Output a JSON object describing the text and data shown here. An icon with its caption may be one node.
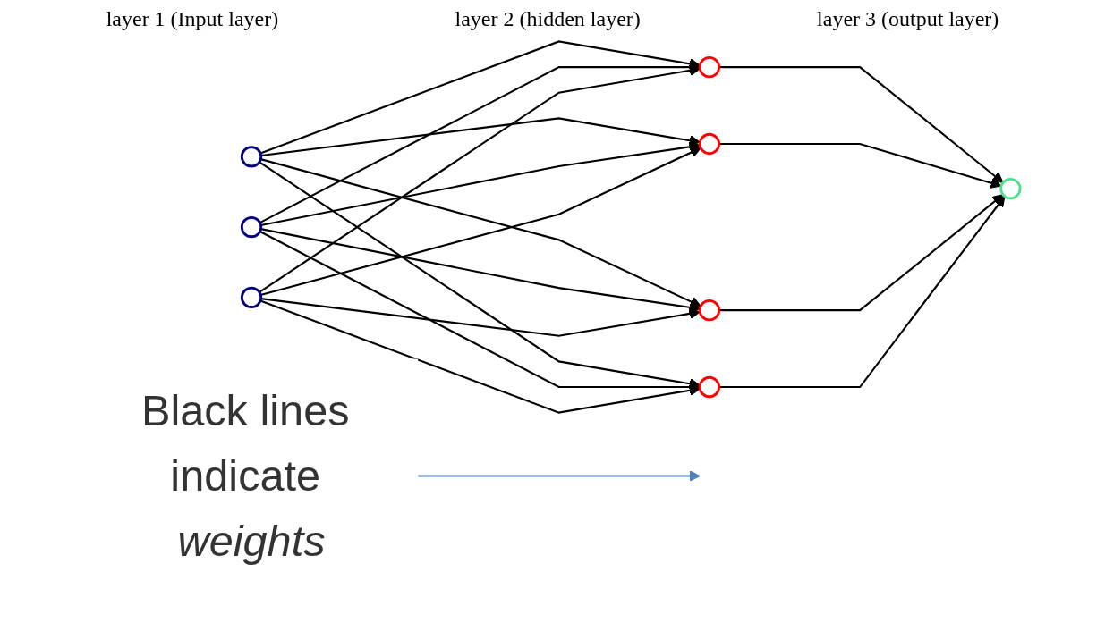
{
  "diagram": {
    "nodes": [
      {
        "text": [],
        "shape": "circle"
      },
      {
        "text": [],
        "shape": "circle"
      },
      {
        "text": [],
        "shape": "circle"
      },
      {
        "text": [],
        "shape": "circle"
      },
      {
        "text": [],
        "shape": "circle"
      },
      {
        "text": [],
        "shape": "circle"
      },
      {
        "text": [],
        "shape": "circle"
      },
      {
        "text": [],
        "shape": "circle"
      },
      {
        "text": [
          "Black lines indicate *weights*"
        ]
      }
    ],
    "edges": [
      {
        "from": 0,
        "to": 3,
        "arrow": "to"
      },
      {
        "from": 0,
        "to": 4,
        "arrow": "to"
      },
      {
        "from": 0,
        "to": 5,
        "arrow": "to"
      },
      {
        "from": 0,
        "to": 6,
        "arrow": "to"
      },
      {
        "from": 1,
        "to": 3,
        "arrow": "to"
      },
      {
        "from": 1,
        "to": 4,
        "arrow": "to"
      },
      {
        "from": 1,
        "to": 5,
        "arrow": "to"
      },
      {
        "from": 1,
        "to": 6,
        "arrow": "to"
      },
      {
        "from": 2,
        "to": 3,
        "arrow": "to"
      },
      {
        "from": 2,
        "to": 4,
        "arrow": "to"
      },
      {
        "from": 2,
        "to": 5,
        "arrow": "to"
      },
      {
        "from": 2,
        "to": 6,
        "arrow": "to"
      },
      {
        "from": 3,
        "to": 7,
        "arrow": "to"
      },
      {
        "from": 4,
        "to": 7,
        "arrow": "to"
      },
      {
        "from": 5,
        "to": 7,
        "arrow": "to"
      },
      {
        "from": 6,
        "to": 7,
        "arrow": "to"
      },
      {
        "from": 8,
        "to": null,
        "arrow": "to",
        "color": "#4f81bd"
      }
    ],
    "labels": [
      "layer 2 (hidden layer)",
      "layer 1 (Input layer)",
      "layer 3 (output layer)"
    ]
  }
}
